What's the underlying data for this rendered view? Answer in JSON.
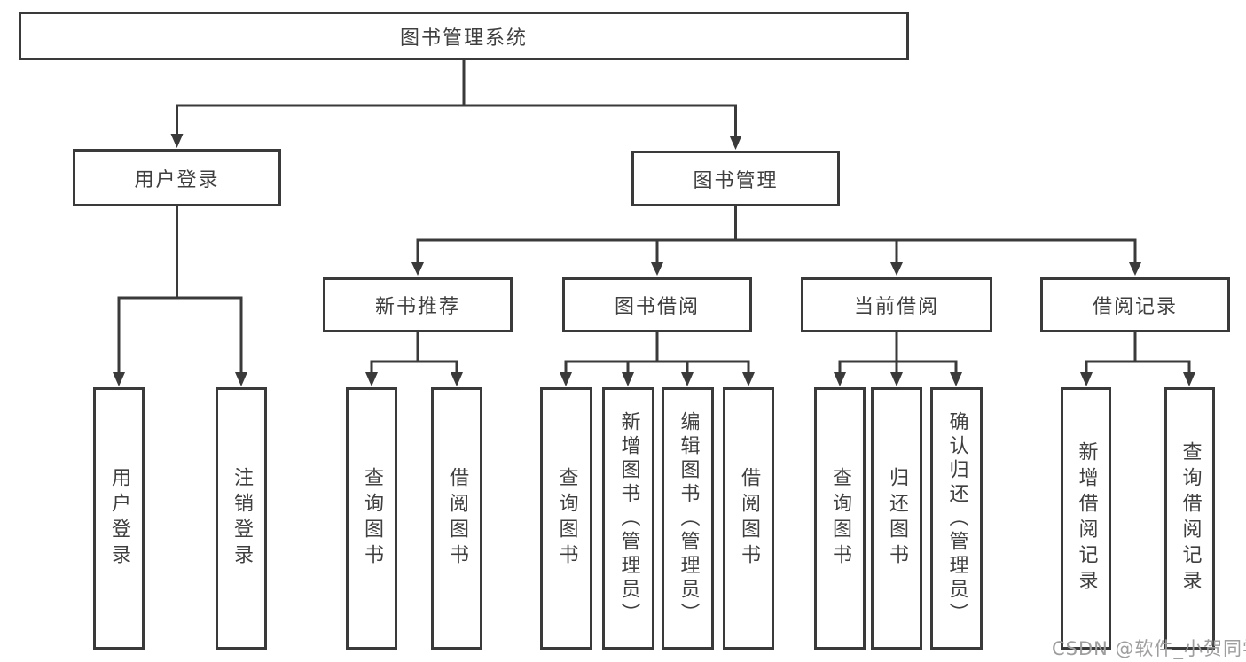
{
  "colors": {
    "line": "#3a3a3a",
    "text": "#3f3f3f",
    "watermark": "#9e9e9e",
    "background": "#ffffff"
  },
  "nodes": {
    "root": "图书管理系统",
    "user_login": "用户登录",
    "book_management": "图书管理",
    "leaf_user_login": "用户登录",
    "leaf_logout": "注销登录",
    "new_book_recommend": "新书推荐",
    "book_borrowing": "图书借阅",
    "current_borrowing": "当前借阅",
    "borrowing_records": "借阅记录",
    "rec_query_books": "查询图书",
    "rec_borrow_books": "借阅图书",
    "bor_query_books": "查询图书",
    "bor_add_books": "新增图书（管理员）",
    "bor_edit_books": "编辑图书（管理员）",
    "bor_borrow_books": "借阅图书",
    "cur_query_books": "查询图书",
    "cur_return_books": "归还图书",
    "cur_confirm_return": "确认归还（管理员）",
    "recd_add_record": "新增借阅记录",
    "recd_query_record": "查询借阅记录"
  },
  "watermark": "CSDN @软件_小贺同学"
}
